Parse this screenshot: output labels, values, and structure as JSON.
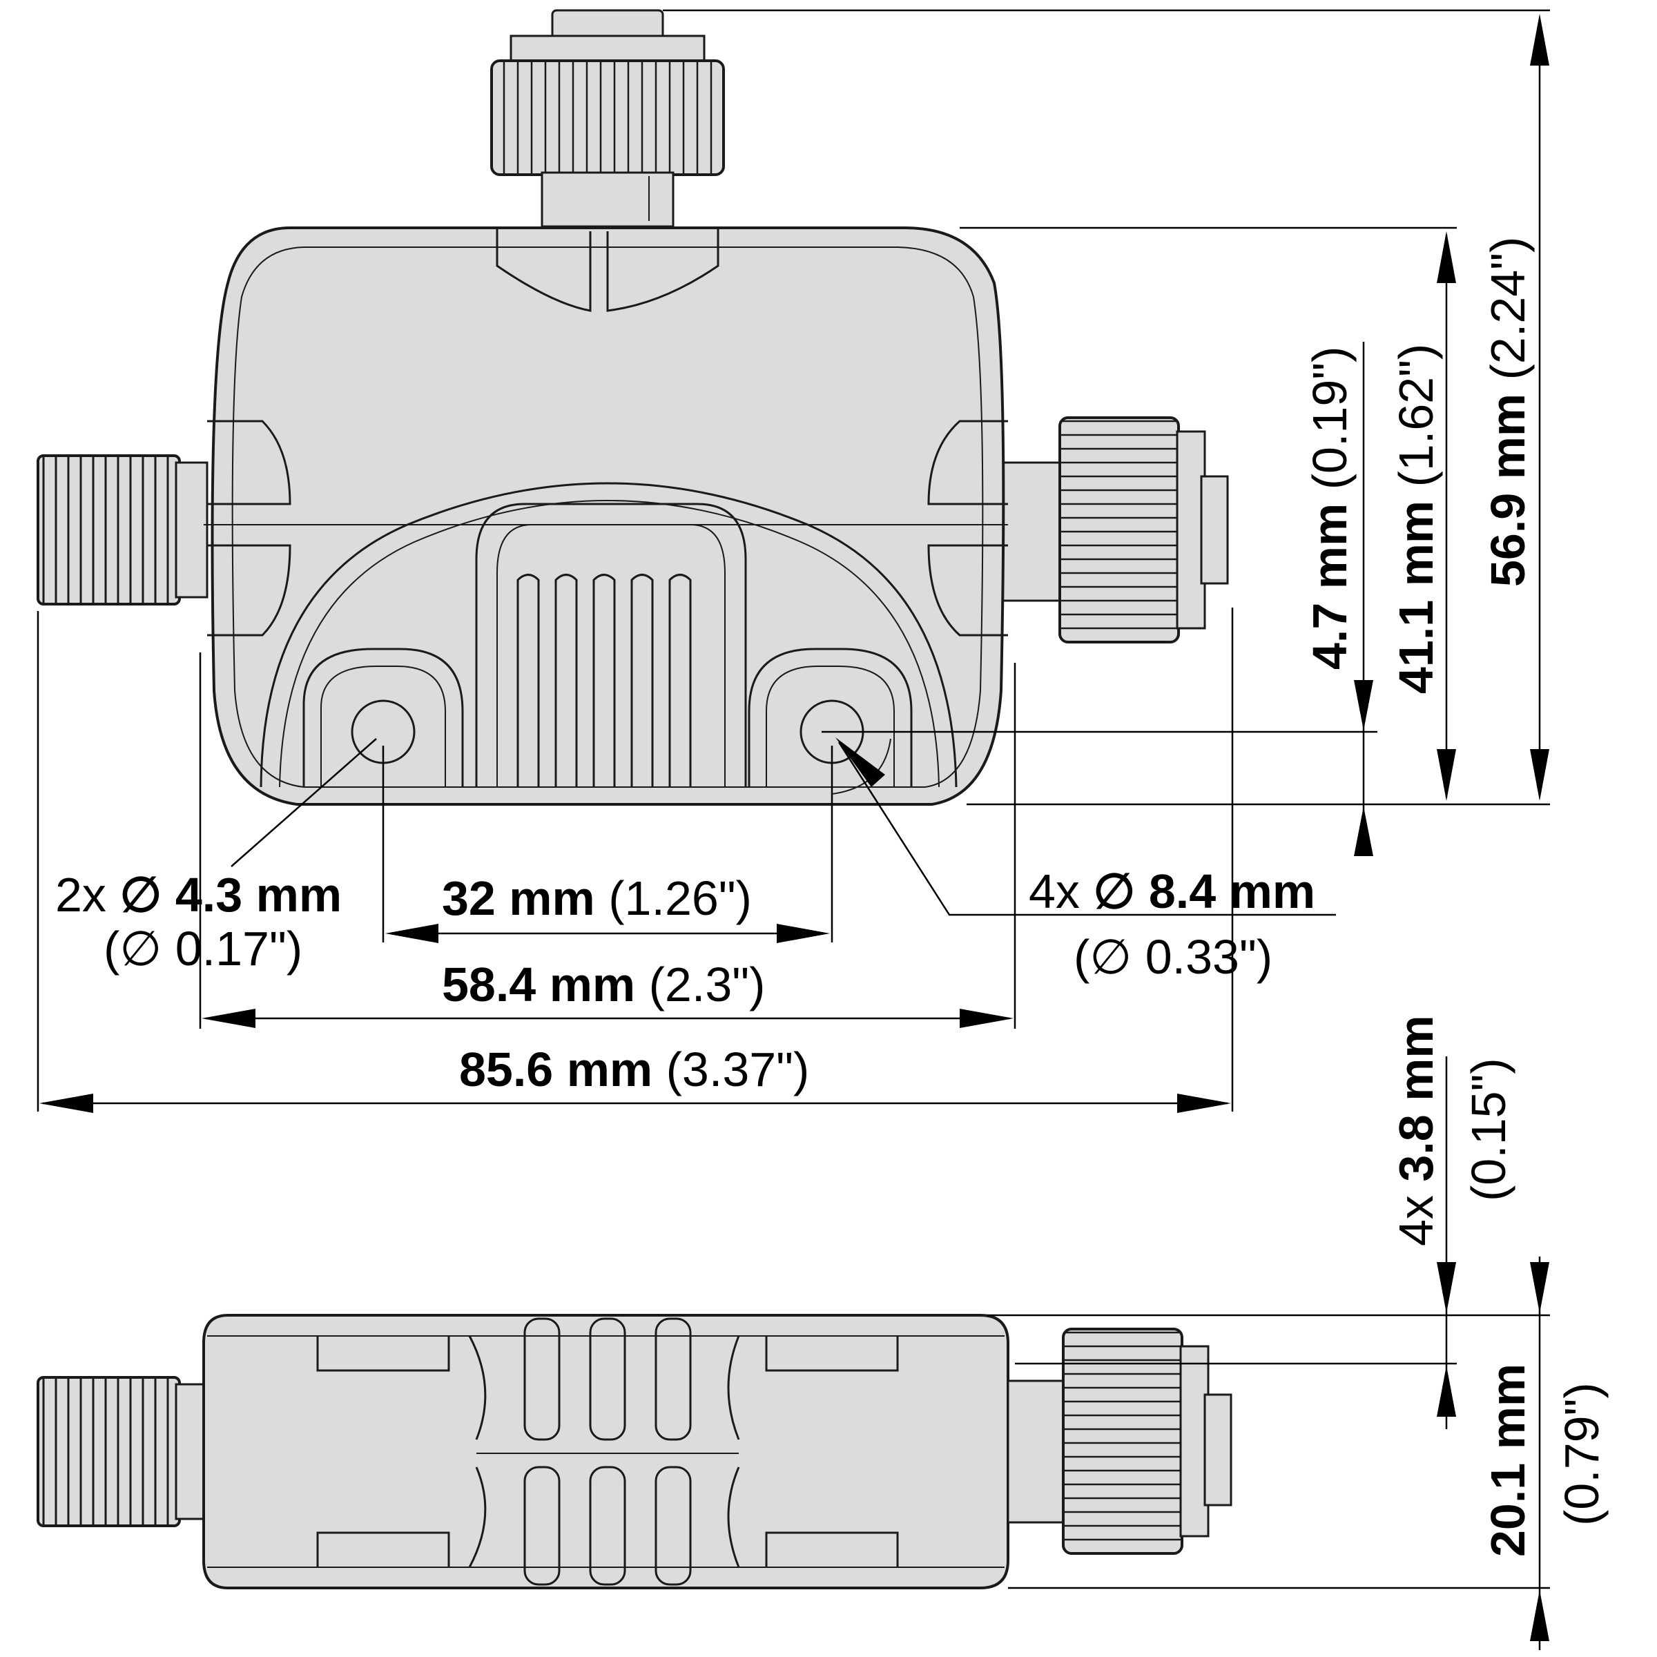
{
  "dimensions": {
    "total_height": {
      "value": "56.9 mm",
      "inch": "(2.24\")"
    },
    "body_height": {
      "value": "41.1 mm",
      "inch": "(1.62\")"
    },
    "hole_offset": {
      "value": "4.7 mm",
      "inch": "(0.19\")"
    },
    "small_hole": {
      "prefix": "2x",
      "symbol": "∅",
      "value": "4.3 mm",
      "inch": "(∅ 0.17\")"
    },
    "large_hole": {
      "prefix": "4x",
      "symbol": "∅",
      "value": "8.4 mm",
      "inch": "(∅ 0.33\")"
    },
    "hole_spacing": {
      "value": "32 mm",
      "inch": "(1.26\")"
    },
    "body_width": {
      "value": "58.4 mm",
      "inch": "(2.3\")"
    },
    "total_width": {
      "value": "85.6 mm",
      "inch": "(3.37\")"
    },
    "flange_thickness": {
      "prefix": "4x",
      "value": "3.8 mm",
      "inch": "(0.15\")"
    },
    "body_depth": {
      "value": "20.1 mm",
      "inch": "(0.79\")"
    }
  }
}
